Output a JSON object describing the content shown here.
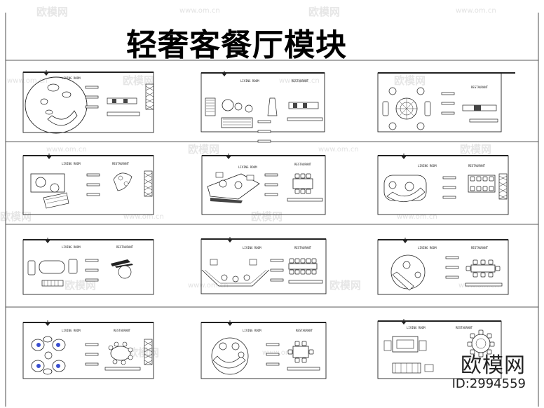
{
  "title": "轻奢客餐厅模块",
  "watermark": {
    "brand": "欧模网",
    "url": "www.om.cn"
  },
  "branding": {
    "name": "欧模网",
    "id": "ID:2994559"
  },
  "labels": {
    "living_room": "LIVING ROOM",
    "restaurant": "RESTAURANT"
  },
  "modules": [
    {
      "row": 1,
      "col": 1,
      "living_label": "LIVING ROOM",
      "restaurant_label": ""
    },
    {
      "row": 1,
      "col": 2,
      "living_label": "LIVING ROOM",
      "restaurant_label": "RESTAURANT"
    },
    {
      "row": 1,
      "col": 3,
      "living_label": "",
      "restaurant_label": "RESTAURANT"
    },
    {
      "row": 2,
      "col": 1,
      "living_label": "LIVING ROOM",
      "restaurant_label": "RESTAURANT"
    },
    {
      "row": 2,
      "col": 2,
      "living_label": "LIVING ROOM",
      "restaurant_label": "RESTAURANT"
    },
    {
      "row": 2,
      "col": 3,
      "living_label": "LIVING ROOM",
      "restaurant_label": "RESTAURANT"
    },
    {
      "row": 3,
      "col": 1,
      "living_label": "LIVING ROOM",
      "restaurant_label": "RESTAURANT"
    },
    {
      "row": 3,
      "col": 2,
      "living_label": "LIVING ROOM",
      "restaurant_label": "RESTAURANT"
    },
    {
      "row": 3,
      "col": 3,
      "living_label": "LIVING ROOM",
      "restaurant_label": "RESTAURANT"
    },
    {
      "row": 4,
      "col": 1,
      "living_label": "LIVING ROOM",
      "restaurant_label": "RESTAURANT"
    },
    {
      "row": 4,
      "col": 2,
      "living_label": "LIVING ROOM",
      "restaurant_label": "RESTAURANT"
    },
    {
      "row": 4,
      "col": 3,
      "living_label": "LIVING ROOM",
      "restaurant_label": "RESTAURANT"
    }
  ],
  "colors": {
    "line": "#222222",
    "accent_blue": "#3a4fd0",
    "watermark": "#e6e6e6"
  }
}
